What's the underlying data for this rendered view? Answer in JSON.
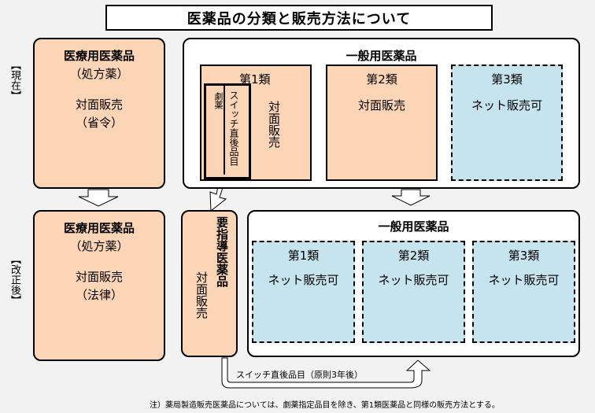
{
  "title": "医薬品の分類と販売方法について",
  "labels": {
    "current": "【現在】",
    "revised": "【改正後】"
  },
  "current": {
    "prescription": {
      "heading": "医療用医薬品",
      "sub": "（処方薬）",
      "method": "対面販売",
      "basis": "（省令）"
    },
    "otc": {
      "heading": "一般用医薬品",
      "class1": {
        "label": "第1類",
        "method": "対面販売",
        "powerful": "劇薬",
        "switch": "スイッチ直後品目"
      },
      "class2": {
        "label": "第2類",
        "method": "対面販売"
      },
      "class3": {
        "label": "第3類",
        "method": "ネット販売可"
      }
    }
  },
  "revised": {
    "prescription": {
      "heading": "医療用医薬品",
      "sub": "（処方薬）",
      "method": "対面販売",
      "basis": "（法律）"
    },
    "guidance": {
      "heading": "要指導医薬品",
      "method": "対面販売"
    },
    "otc": {
      "heading": "一般用医薬品",
      "class1": {
        "label": "第1類",
        "method": "ネット販売可"
      },
      "class2": {
        "label": "第2類",
        "method": "ネット販売可"
      },
      "class3": {
        "label": "第3類",
        "method": "ネット販売可"
      }
    },
    "switch_note": "スイッチ直後品目（原則3年後）"
  },
  "footnote": "注）薬局製造販売医薬品については、劇薬指定品目を除き、第1類医薬品と同様の販売方法とする。",
  "colors": {
    "peach": "#fbd5b5",
    "blue": "#c6e4ee",
    "background": "#f2f2f2"
  }
}
